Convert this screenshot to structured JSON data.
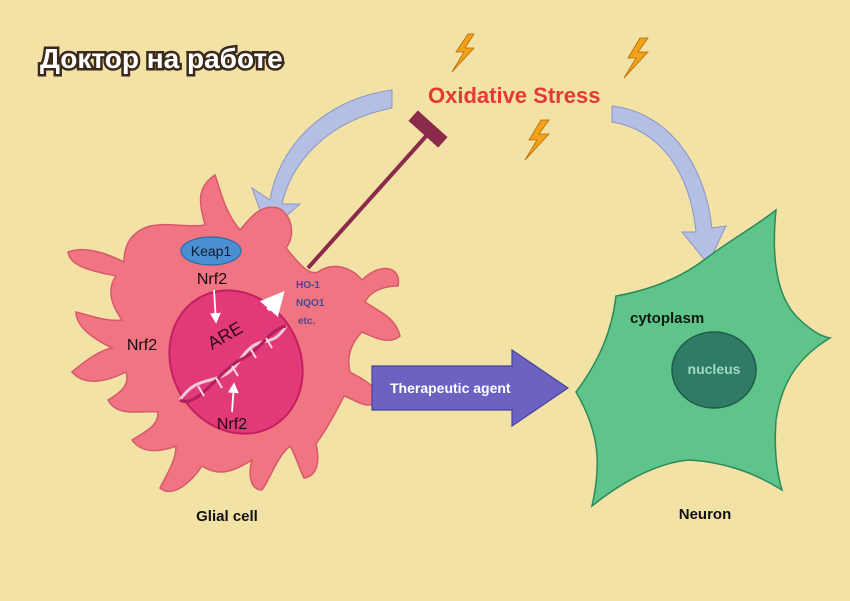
{
  "watermark": "Доктор на работе",
  "stress": {
    "label": "Oxidative Stress"
  },
  "glial": {
    "caption": "Glial cell",
    "keap1": "Keap1",
    "nrf2_top": "Nrf2",
    "nrf2_left": "Nrf2",
    "nrf2_bottom": "Nrf2",
    "are": "ARE",
    "genes": [
      "HO-1",
      "NQO1",
      "etc."
    ]
  },
  "agent": {
    "label": "Therapeutic agent"
  },
  "neuron": {
    "caption": "Neuron",
    "cytoplasm": "cytoplasm",
    "nucleus": "nucleus"
  },
  "colors": {
    "background": "#f2e2a6",
    "glial_cell": "#f07482",
    "glial_nucleus": "#e23a79",
    "neuron_cell": "#5ec48a",
    "neuron_nucleus": "#2f7b66",
    "stress_text": "#e33a33",
    "agent_arrow": "#6b62c2",
    "curved_arrow": "#b4bfe3",
    "inhibitor": "#8b2a4a",
    "keap1": "#4b8fd3",
    "lightning": "#f2a11b"
  },
  "icons": [
    "lightning-icon",
    "dna-helix-icon"
  ]
}
